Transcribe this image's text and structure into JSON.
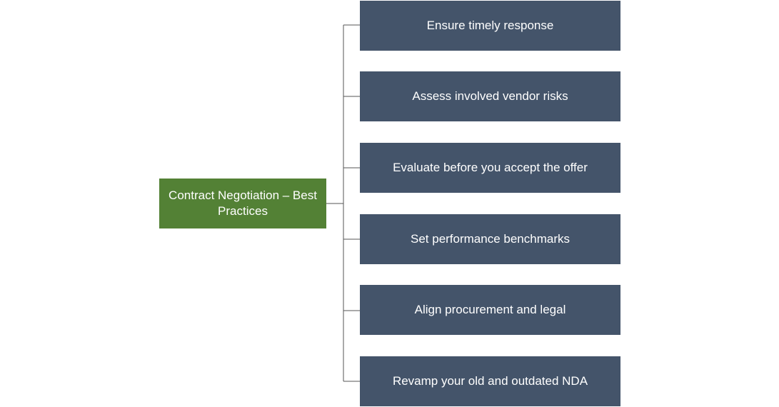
{
  "root": {
    "label": "Contract Negotiation – Best Practices"
  },
  "children": [
    {
      "label": "Ensure timely response"
    },
    {
      "label": "Assess involved vendor risks"
    },
    {
      "label": "Evaluate before you accept the offer"
    },
    {
      "label": "Set performance benchmarks"
    },
    {
      "label": "Align procurement and legal"
    },
    {
      "label": "Revamp your old and outdated NDA"
    }
  ],
  "colors": {
    "root_fill": "#538135",
    "child_fill": "#44546a",
    "connector": "#555555"
  }
}
